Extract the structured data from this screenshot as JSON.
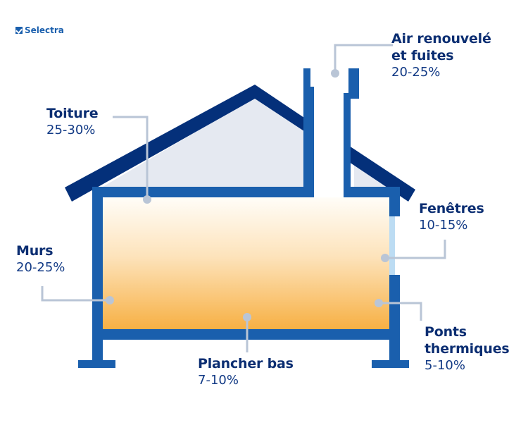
{
  "brand": {
    "name": "Selectra",
    "icon": "checkbox-icon",
    "color": "#1a5fad"
  },
  "colors": {
    "roof": "#04307a",
    "structure": "#1a5fad",
    "window": "#bcdcf3",
    "attic": "#e5e9f1",
    "interior_top": "#fffdf8",
    "interior_bottom": "#f7b044",
    "leader": "#b9c5d6",
    "text": "#0b2e72"
  },
  "labels": {
    "air": {
      "title_line1": "Air renouvelé",
      "title_line2": "et fuites",
      "value": "20-25%"
    },
    "toiture": {
      "title": "Toiture",
      "value": "25-30%"
    },
    "fenetres": {
      "title": "Fenêtres",
      "value": "10-15%"
    },
    "murs": {
      "title": "Murs",
      "value": "20-25%"
    },
    "ponts": {
      "title_line1": "Ponts",
      "title_line2": "thermiques",
      "value": "5-10%"
    },
    "plancher": {
      "title": "Plancher bas",
      "value": "7-10%"
    }
  }
}
